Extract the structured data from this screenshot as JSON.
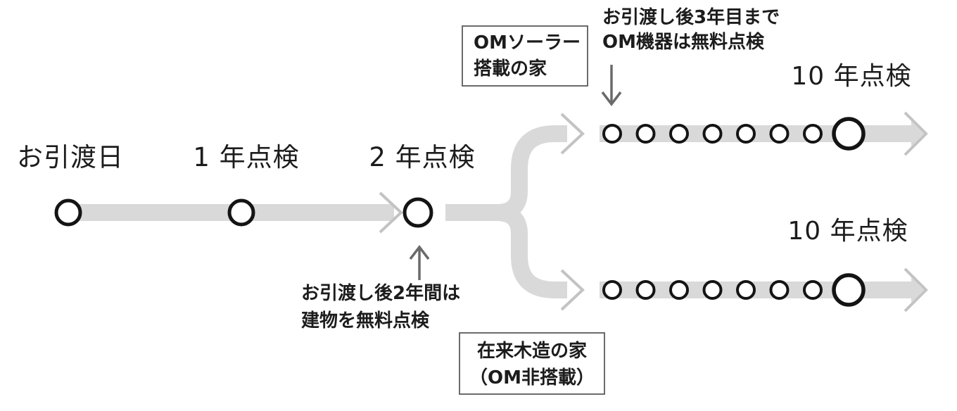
{
  "diagram": {
    "type": "inspection-schedule-timeline",
    "main_timeline": {
      "labels": {
        "delivery": "お引渡日",
        "year1": "1 年点検",
        "year2": "2 年点検"
      }
    },
    "notes": {
      "building": {
        "line1": "お引渡し後2年間は",
        "line2": "建物を無料点検"
      },
      "om_equipment": {
        "line1": "お引渡し後3年目まで",
        "line2": "OM機器は無料点検"
      }
    },
    "branches": {
      "top": {
        "box": {
          "line1": "OMソーラー",
          "line2": "搭載の家"
        },
        "end_label": "10 年点検",
        "yearly_marks": 7
      },
      "bottom": {
        "box": {
          "line1": "在来木造の家",
          "line2": "（OM非搭載）"
        },
        "end_label": "10 年点検",
        "yearly_marks": 7
      }
    },
    "colors": {
      "background": "#ffffff",
      "bar": "#d9d9d9",
      "chevron": "#c3c3c3",
      "arrow": "#6a6a6a",
      "circle_stroke": "#141414",
      "circle_fill": "#ffffff",
      "text": "#1c1c1c",
      "box_border": "#6b6b6b"
    }
  }
}
